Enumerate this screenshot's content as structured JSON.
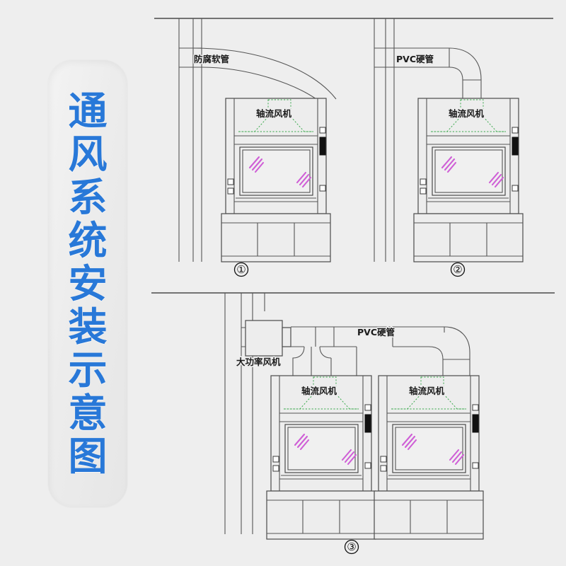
{
  "page": {
    "background_color": "#eeeeee",
    "title_color": "#2878d8",
    "fan_outline_color": "#37a84a",
    "glass_glint_color": "#cf5fd6",
    "line_color": "#4a4a4a"
  },
  "title": {
    "full_text": "通风系统安装示意图",
    "chars": [
      "通",
      "风",
      "系",
      "统",
      "安",
      "装",
      "示",
      "意",
      "图"
    ]
  },
  "panels": [
    {
      "id": "panel-1",
      "number": "①",
      "duct_label": "防腐软管",
      "fan_label": "轴流风机",
      "duct_type": "flexible-corrosion-resistant-hose",
      "hood_count": 1
    },
    {
      "id": "panel-2",
      "number": "②",
      "duct_label": "PVC硬管",
      "fan_label": "轴流风机",
      "duct_type": "pvc-rigid-pipe",
      "hood_count": 1
    },
    {
      "id": "panel-3",
      "number": "③",
      "duct_label": "PVC硬管",
      "blower_label": "大功率风机",
      "fan_label_left": "轴流风机",
      "fan_label_right": "轴流风机",
      "duct_type": "pvc-rigid-pipe",
      "hood_count": 2
    }
  ]
}
